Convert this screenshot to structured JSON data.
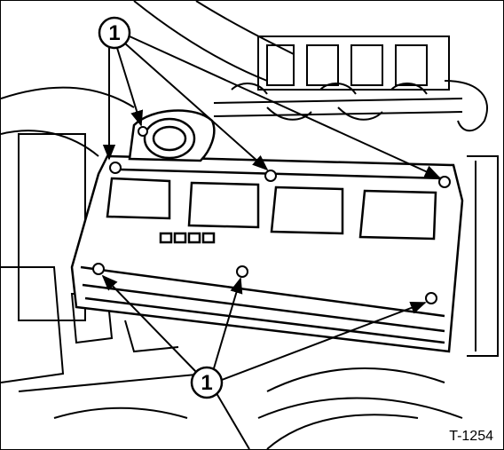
{
  "figure": {
    "callouts": [
      {
        "label": "1"
      },
      {
        "label": "1"
      }
    ],
    "reference_code": "T-1254"
  },
  "colors": {
    "ink": "#000000",
    "paper": "#ffffff"
  }
}
